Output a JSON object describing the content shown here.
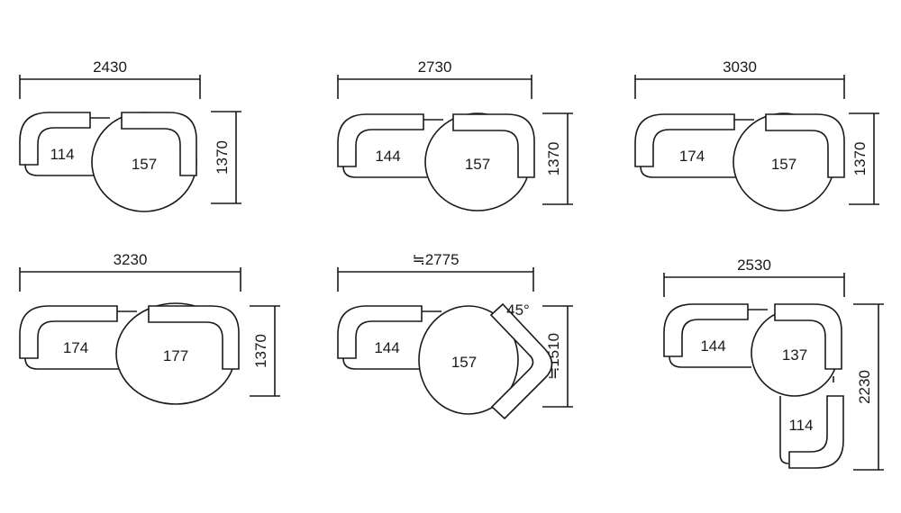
{
  "configs": [
    {
      "width": "2430",
      "height": "1370",
      "modules": [
        "114",
        "157"
      ]
    },
    {
      "width": "2730",
      "height": "1370",
      "modules": [
        "144",
        "157"
      ]
    },
    {
      "width": "3030",
      "height": "1370",
      "modules": [
        "174",
        "157"
      ]
    },
    {
      "width": "3230",
      "height": "1370",
      "modules": [
        "174",
        "177"
      ]
    },
    {
      "width": "≒2775",
      "height": "≒1510",
      "modules": [
        "144",
        "157"
      ],
      "angle": "45°"
    },
    {
      "width": "2530",
      "height": "2230",
      "modules": [
        "144",
        "137",
        "114"
      ]
    }
  ]
}
